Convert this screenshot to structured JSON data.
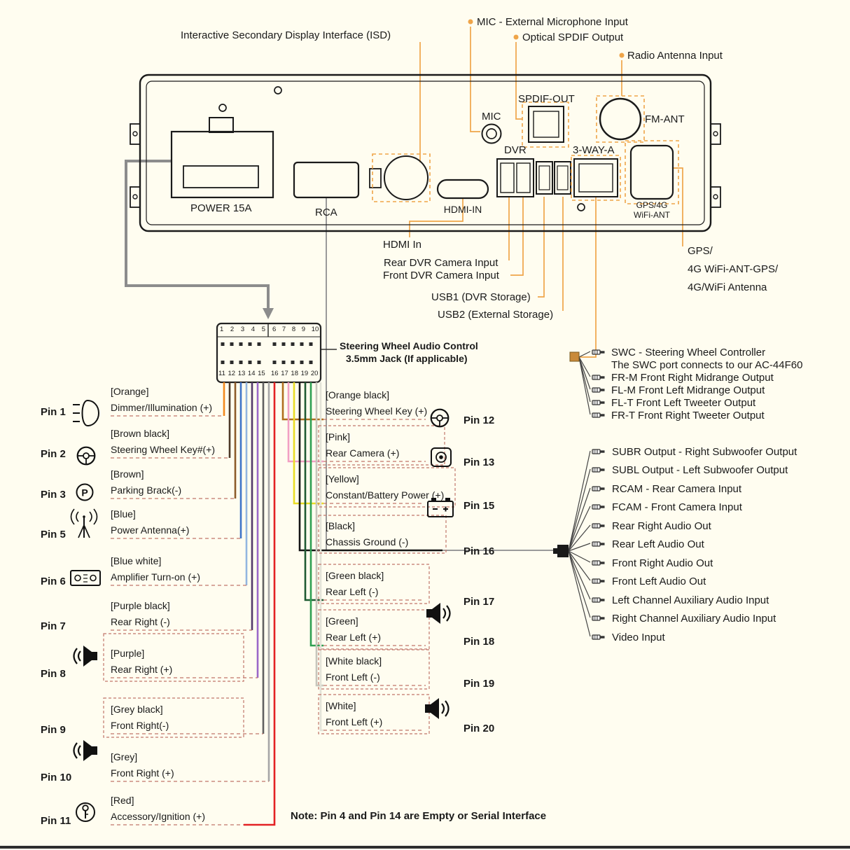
{
  "panel": {
    "power_label": "POWER 15A",
    "rca_label": "RCA",
    "hdmi_label": "HDMI-IN",
    "mic_label": "MIC",
    "spdif_label": "SPDIF-OUT",
    "dvr_label": "DVR",
    "three_way_label": "3-WAY-A",
    "fm_ant_label": "FM-ANT",
    "gps_label_line1": "GPS/4G",
    "gps_label_line2": "WiFi-ANT"
  },
  "callouts": {
    "isd": "Interactive Secondary Display Interface (ISD)",
    "mic": "MIC - External Microphone Input",
    "spdif": "Optical SPDIF Output",
    "radio": "Radio Antenna Input",
    "hdmi": "HDMI In",
    "rear_dvr": "Rear DVR Camera Input",
    "front_dvr": "Front DVR Camera Input",
    "usb1": "USB1 (DVR Storage)",
    "usb2": "USB2 (External Storage)",
    "gps_line1": "GPS/",
    "gps_line2": "4G WiFi-ANT-GPS/",
    "gps_line3": "4G/WiFi Antenna"
  },
  "connector": {
    "numbers_top_left": "1 2 3 4 5",
    "numbers_top_right": "6 7 8 9 10",
    "numbers_bottom_left": "11 12 13 14 15",
    "numbers_bottom_right": "16 17 18 19 20",
    "jack_line1": "Steering Wheel Audio Control",
    "jack_line2": "3.5mm Jack (If applicable)"
  },
  "pins_left": [
    {
      "pin": "Pin 1",
      "color_label": "[Orange]",
      "desc": "Dimmer/Illumination (+)",
      "wire_color": "#F28A1E"
    },
    {
      "pin": "Pin 2",
      "color_label": "[Brown black]",
      "desc": "Steering Wheel Key#(+)",
      "wire_color": "#4E3A28"
    },
    {
      "pin": "Pin 3",
      "color_label": "[Brown]",
      "desc": "Parking Brack(-)",
      "wire_color": "#8C5B2A"
    },
    {
      "pin": "Pin 5",
      "color_label": "[Blue]",
      "desc": "Power Antenna(+)",
      "wire_color": "#3E74C8"
    },
    {
      "pin": "Pin 6",
      "color_label": "[Blue white]",
      "desc": "Amplifier Turn-on (+)",
      "wire_color": "#92B6E0"
    },
    {
      "pin": "Pin 7",
      "color_label": "[Purple black]",
      "desc": "Rear Right (-)",
      "wire_color": "#53396B"
    },
    {
      "pin": "Pin 8",
      "color_label": "[Purple]",
      "desc": "Rear Right (+)",
      "wire_color": "#9A67C8"
    },
    {
      "pin": "Pin 9",
      "color_label": "[Grey black]",
      "desc": "Front Right(-)",
      "wire_color": "#606060"
    },
    {
      "pin": "Pin 10",
      "color_label": "[Grey]",
      "desc": "Front Right (+)",
      "wire_color": "#A6A6A6"
    },
    {
      "pin": "Pin 11",
      "color_label": "[Red]",
      "desc": "Accessory/Ignition (+)",
      "wire_color": "#E32224"
    }
  ],
  "pins_right": [
    {
      "pin": "Pin 12",
      "color_label": "[Orange black]",
      "desc": "Steering Wheel Key (+)",
      "wire_color": "#B06F1E"
    },
    {
      "pin": "Pin 13",
      "color_label": "[Pink]",
      "desc": "Rear Camera (+)",
      "wire_color": "#F2A0C4"
    },
    {
      "pin": "Pin 15",
      "color_label": "[Yellow]",
      "desc": "Constant/Battery Power (+)",
      "wire_color": "#EADD25"
    },
    {
      "pin": "Pin 16",
      "color_label": "[Black]",
      "desc": "Chassis Ground (-)",
      "wire_color": "#141414"
    },
    {
      "pin": "Pin 17",
      "color_label": "[Green black]",
      "desc": "Rear Left (-)",
      "wire_color": "#1E5A32"
    },
    {
      "pin": "Pin 18",
      "color_label": "[Green]",
      "desc": "Rear Left (+)",
      "wire_color": "#2EA052"
    },
    {
      "pin": "Pin 19",
      "color_label": "[White black]",
      "desc": "Front Left (-)",
      "wire_color": "#C6C6BC"
    },
    {
      "pin": "Pin 20",
      "color_label": "[White]",
      "desc": "Front Left (+)",
      "wire_color": "#E3E3D8"
    }
  ],
  "swc_outputs": [
    "SWC - Steering Wheel Controller",
    "The SWC port connects to our AC-44F60",
    "FR-M Front Right Midrange Output",
    "FL-M Front Left Midrange Output",
    "FL-T Front Left Tweeter Output",
    "FR-T Front Right Tweeter Output"
  ],
  "rca_outputs": [
    "SUBR Output - Right Subwoofer Output",
    "SUBL Output - Left Subwoofer Output",
    "RCAM - Rear Camera Input",
    "FCAM - Front Camera Input",
    "Rear Right Audio Out",
    "Rear Left Audio Out",
    "Front Right Audio Out",
    "Front Left Audio Out",
    "Left Channel Auxiliary Audio Input",
    "Right Channel Auxiliary Audio Input",
    "Video Input"
  ],
  "note": "Note: Pin 4 and Pin 14 are Empty or Serial Interface",
  "icons": {
    "parking_letter": "P"
  },
  "colors": {
    "leader_orange": "#EFA549",
    "dash_red": "#C0766A",
    "cable_grey": "#9A9A9A",
    "thick_grey": "#8C8C8C",
    "ink": "#1a1a1a"
  }
}
